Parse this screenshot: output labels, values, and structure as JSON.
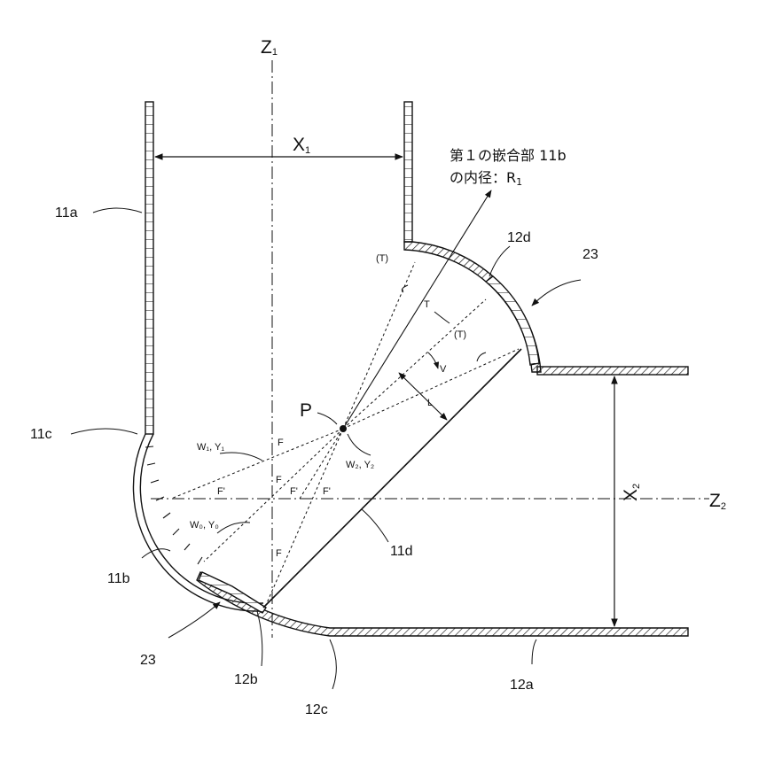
{
  "labels": {
    "z1": "Z",
    "z1_sub": "1",
    "z2": "Z",
    "z2_sub": "2",
    "x1": "X",
    "x1_sub": "1",
    "x2": "X",
    "x2_sub": "2",
    "p": "P",
    "part_11a": "11a",
    "part_11b": "11b",
    "part_11c": "11c",
    "part_11d": "11d",
    "part_12a": "12a",
    "part_12b": "12b",
    "part_12c": "12c",
    "part_12d": "12d",
    "part_23_right": "23",
    "part_23_left": "23",
    "annotation_line1": "第１の嵌合部 11b",
    "annotation_line2": "の内径：R",
    "annotation_sub": "1",
    "t_upper": "(T)",
    "t_mid": "T",
    "t_lower": "(T)",
    "v": "V",
    "l": "L",
    "w1y1": "W₁, Y₁",
    "w2y2": "W₂, Y₂",
    "w0y0": "W₀, Y₀",
    "f_top": "F",
    "f_mid": "F",
    "f_bottom": "F",
    "fp_left": "F'",
    "fp_mid": "F'",
    "fp_right": "F'"
  }
}
